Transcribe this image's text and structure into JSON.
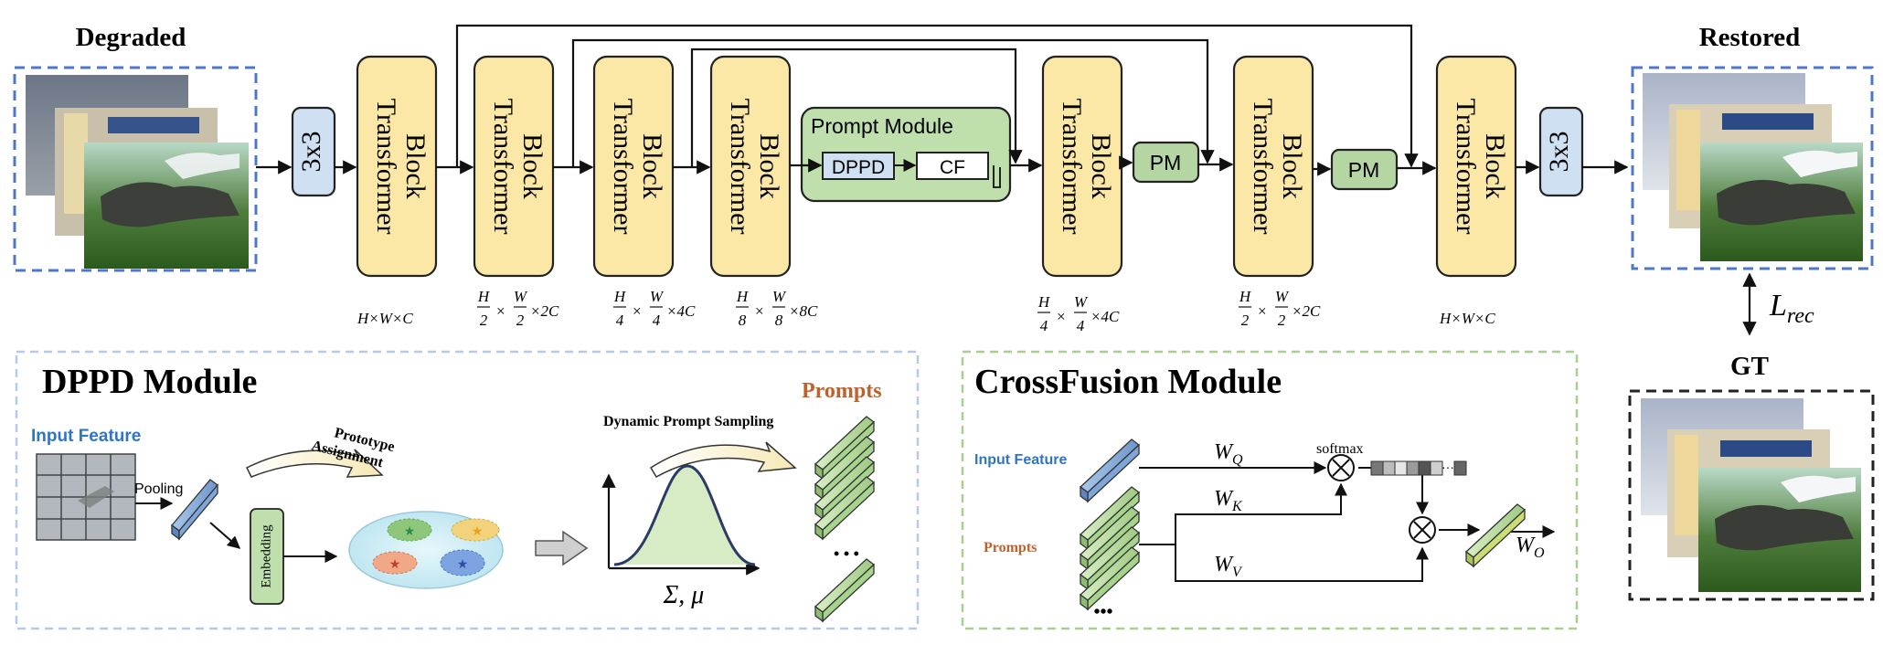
{
  "labels": {
    "degraded": "Degraded",
    "restored": "Restored",
    "gt": "GT",
    "loss": "L",
    "loss_sub": "rec"
  },
  "conv_label": "3x3",
  "transformer_label": [
    "Transformer",
    "Block"
  ],
  "prompt_module": {
    "title": "Prompt Module",
    "dppd": "DPPD",
    "cf": "CF"
  },
  "pm_label": "PM",
  "dims": {
    "d1": "H×W×C",
    "d2_a": "H",
    "d2_b": "2",
    "d2_c": "W",
    "d2_d": "2",
    "d2_e": "×2C",
    "d3_a": "H",
    "d3_b": "4",
    "d3_c": "W",
    "d3_d": "4",
    "d3_e": "×4C",
    "d4_a": "H",
    "d4_b": "8",
    "d4_c": "W",
    "d4_d": "8",
    "d4_e": "×8C",
    "d5_a": "H",
    "d5_b": "4",
    "d5_c": "W",
    "d5_d": "4",
    "d5_e": "×4C",
    "d6_a": "H",
    "d6_b": "2",
    "d6_c": "W",
    "d6_d": "2",
    "d6_e": "×2C",
    "d7": "H×W×C"
  },
  "dppd_module": {
    "title": "DPPD Module",
    "input_feature": "Input Feature",
    "pooling": "Pooling",
    "embedding": "Embedding",
    "prototype": "Prototype",
    "assignment": "Assignment",
    "dynamic_sampling": "Dynamic Prompt Sampling",
    "prompts": "Prompts",
    "sigma_mu": "Σ, μ",
    "dots": "• • •"
  },
  "crossfusion_module": {
    "title": "CrossFusion Module",
    "input_feature": "Input Feature",
    "prompts": "Prompts",
    "softmax": "softmax",
    "wq": "W",
    "wq_sub": "Q",
    "wk": "W",
    "wk_sub": "K",
    "wv": "W",
    "wv_sub": "V",
    "wo": "W",
    "wo_sub": "O",
    "dots": "•••",
    "dots2": "···"
  },
  "colors": {
    "block_fill": "#fce8a6",
    "conv_fill": "#cfe0f3",
    "pm_fill": "#b5d6a3",
    "module_fill": "#bfe0ad",
    "blue_dash": "#4f77c8",
    "green_dash": "#a9cf8f",
    "title_blue": "#2e75c8",
    "title_orange": "#c0612b"
  }
}
